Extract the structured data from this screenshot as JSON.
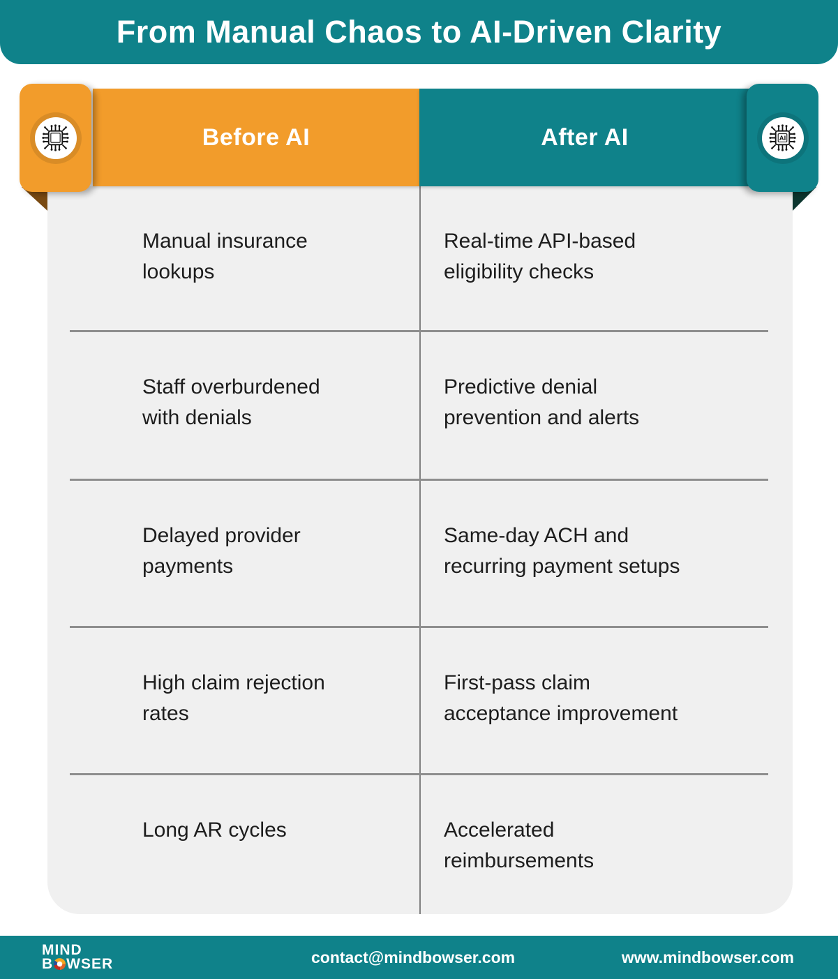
{
  "title": "From Manual Chaos to AI-Driven Clarity",
  "columns": {
    "before": {
      "label": "Before AI",
      "color": "#F29C2B",
      "fold_color": "#7A4A12",
      "icon": "chip-icon"
    },
    "after": {
      "label": "After AI",
      "color": "#0F828A",
      "fold_color": "#0C362F",
      "icon": "ai-chip-icon"
    }
  },
  "rows": [
    {
      "before": "Manual insurance\nlookups",
      "after": "Real-time API-based\neligibility checks"
    },
    {
      "before": "Staff overburdened\nwith denials",
      "after": "Predictive denial\nprevention and alerts"
    },
    {
      "before": "Delayed provider\npayments",
      "after": "Same-day ACH and\nrecurring payment setups"
    },
    {
      "before": "High claim rejection\nrates",
      "after": "First-pass claim\nacceptance improvement"
    },
    {
      "before": "Long AR cycles",
      "after": "Accelerated\nreimbursements"
    }
  ],
  "icons": {
    "ai_chip_label": "AI"
  },
  "footer": {
    "logo": {
      "line1": "MIND",
      "line2_pre": "B",
      "line2_post": "WSER"
    },
    "email": "contact@mindbowser.com",
    "website": "www.mindbowser.com"
  },
  "colors": {
    "teal": "#0F828A",
    "orange": "#F29C2B",
    "panel_gray": "#F0F0F0",
    "divider_gray": "#8E8E8E",
    "text_dark": "#1D1D1D",
    "fold_brown": "#7A4A12",
    "fold_dark_teal": "#0C362F"
  }
}
